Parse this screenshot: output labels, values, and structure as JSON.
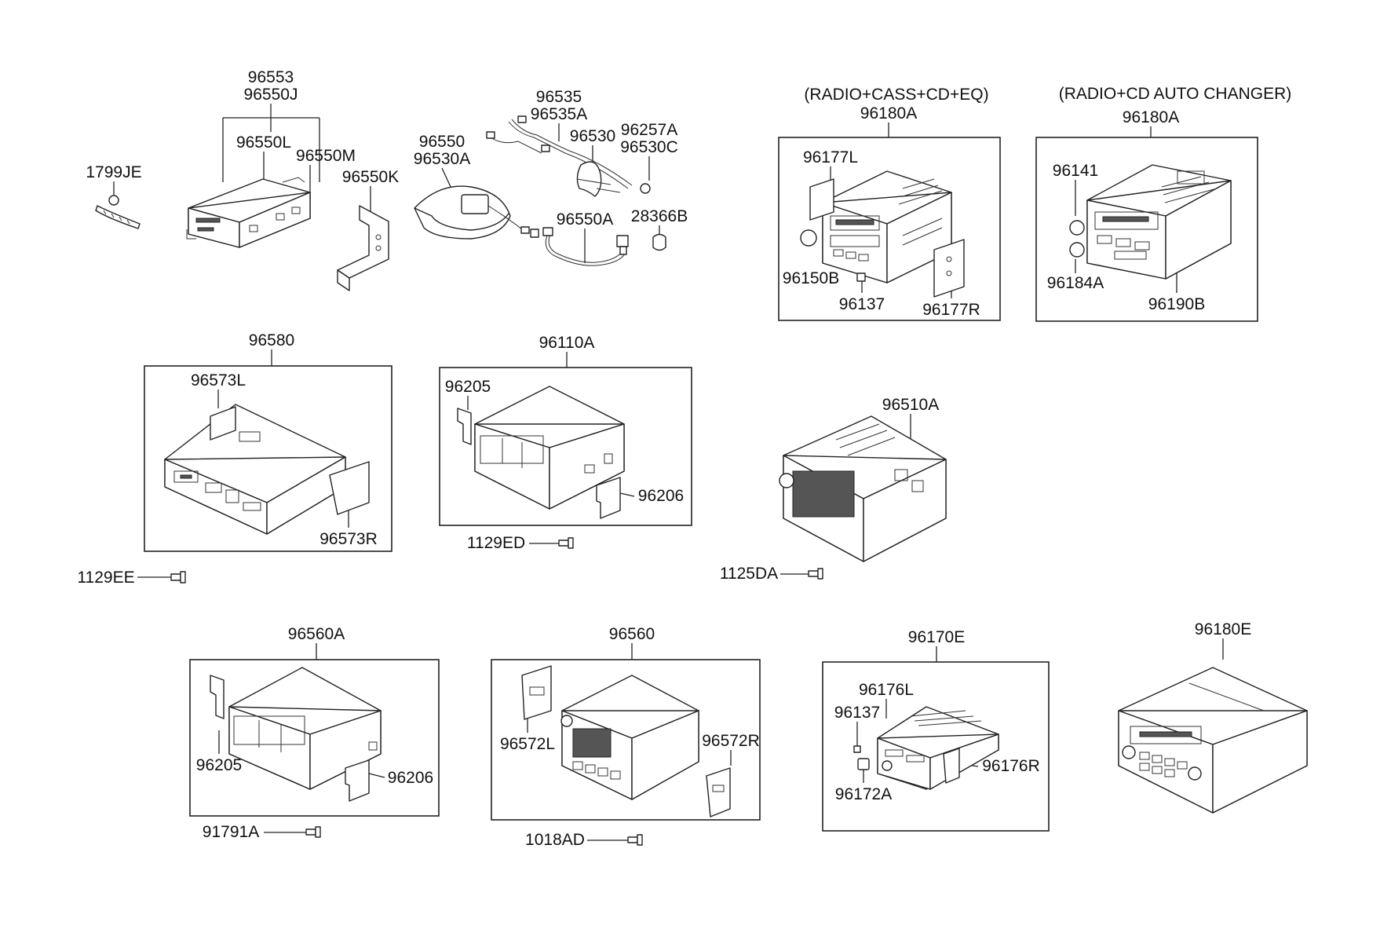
{
  "labels": {
    "p96553": "96553",
    "p96550J": "96550J",
    "p96550L": "96550L",
    "p96550M": "96550M",
    "p1799JE": "1799JE",
    "p96550K": "96550K",
    "p96550": "96550",
    "p96530A": "96530A",
    "p96535": "96535",
    "p96535A": "96535A",
    "p96530": "96530",
    "p96257A": "96257A",
    "p96530C": "96530C",
    "p96550A": "96550A",
    "p28366B": "28366B",
    "heading_cass": "(RADIO+CASS+CD+EQ)",
    "heading_changer": "(RADIO+CD AUTO CHANGER)",
    "p96180A_1": "96180A",
    "p96177L": "96177L",
    "p96150B": "96150B",
    "p96137_1": "96137",
    "p96177R": "96177R",
    "p96180A_2": "96180A",
    "p96141": "96141",
    "p96184A": "96184A",
    "p96190B": "96190B",
    "p96580": "96580",
    "p96573L": "96573L",
    "p96573R": "96573R",
    "p1129EE": "1129EE",
    "p96110A": "96110A",
    "p96205_1": "96205",
    "p96206_1": "96206",
    "p1129ED": "1129ED",
    "p96510A": "96510A",
    "p1125DA": "1125DA",
    "p96560A": "96560A",
    "p96205_2": "96205",
    "p96206_2": "96206",
    "p91791A": "91791A",
    "p96560": "96560",
    "p96572L": "96572L",
    "p96572R": "96572R",
    "p1018AD": "1018AD",
    "p96170E": "96170E",
    "p96176L": "96176L",
    "p96137_2": "96137",
    "p96172A": "96172A",
    "p96176R": "96176R",
    "p96180E": "96180E"
  }
}
